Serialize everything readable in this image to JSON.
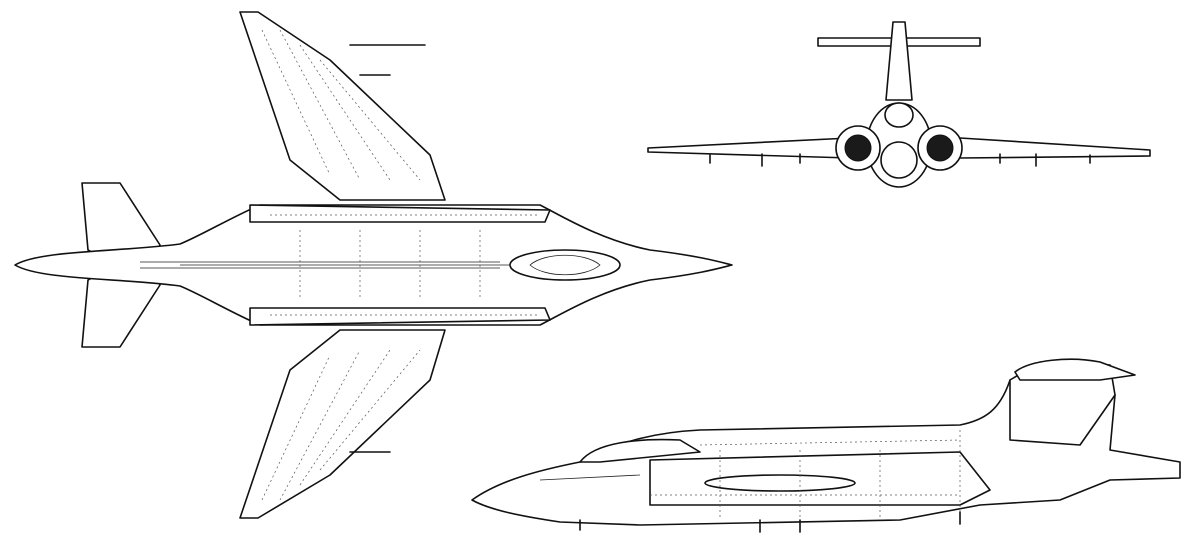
{
  "figure": {
    "views": [
      {
        "id": "plan",
        "label": ""
      },
      {
        "id": "front",
        "label": ""
      },
      {
        "id": "side",
        "label": ""
      }
    ]
  },
  "colors": {
    "line": "#111111",
    "background": "#ffffff"
  }
}
